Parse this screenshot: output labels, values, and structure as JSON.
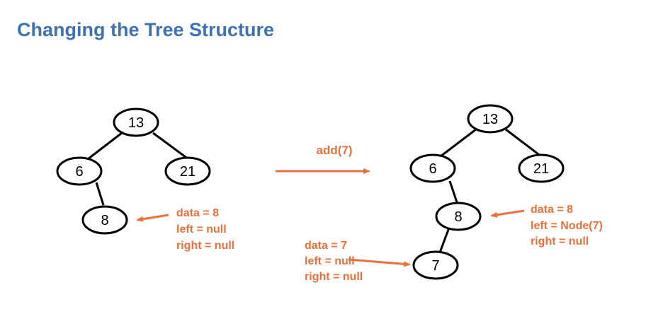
{
  "title": "Changing the Tree Structure",
  "operation": "add(7)",
  "colors": {
    "title": "#3d72b4",
    "accent": "#e8703a",
    "node_stroke": "#000000"
  },
  "before_tree": {
    "nodes": [
      "13",
      "6",
      "21",
      "8"
    ],
    "annotation": [
      "data = 8",
      "left = null",
      "right = null"
    ]
  },
  "after_tree": {
    "nodes": [
      "13",
      "6",
      "21",
      "8",
      "7"
    ],
    "annotation_node8": [
      "data = 8",
      "left = Node(7)",
      "right = null"
    ],
    "annotation_node7": [
      "data = 7",
      "left = null",
      "right = null"
    ]
  }
}
